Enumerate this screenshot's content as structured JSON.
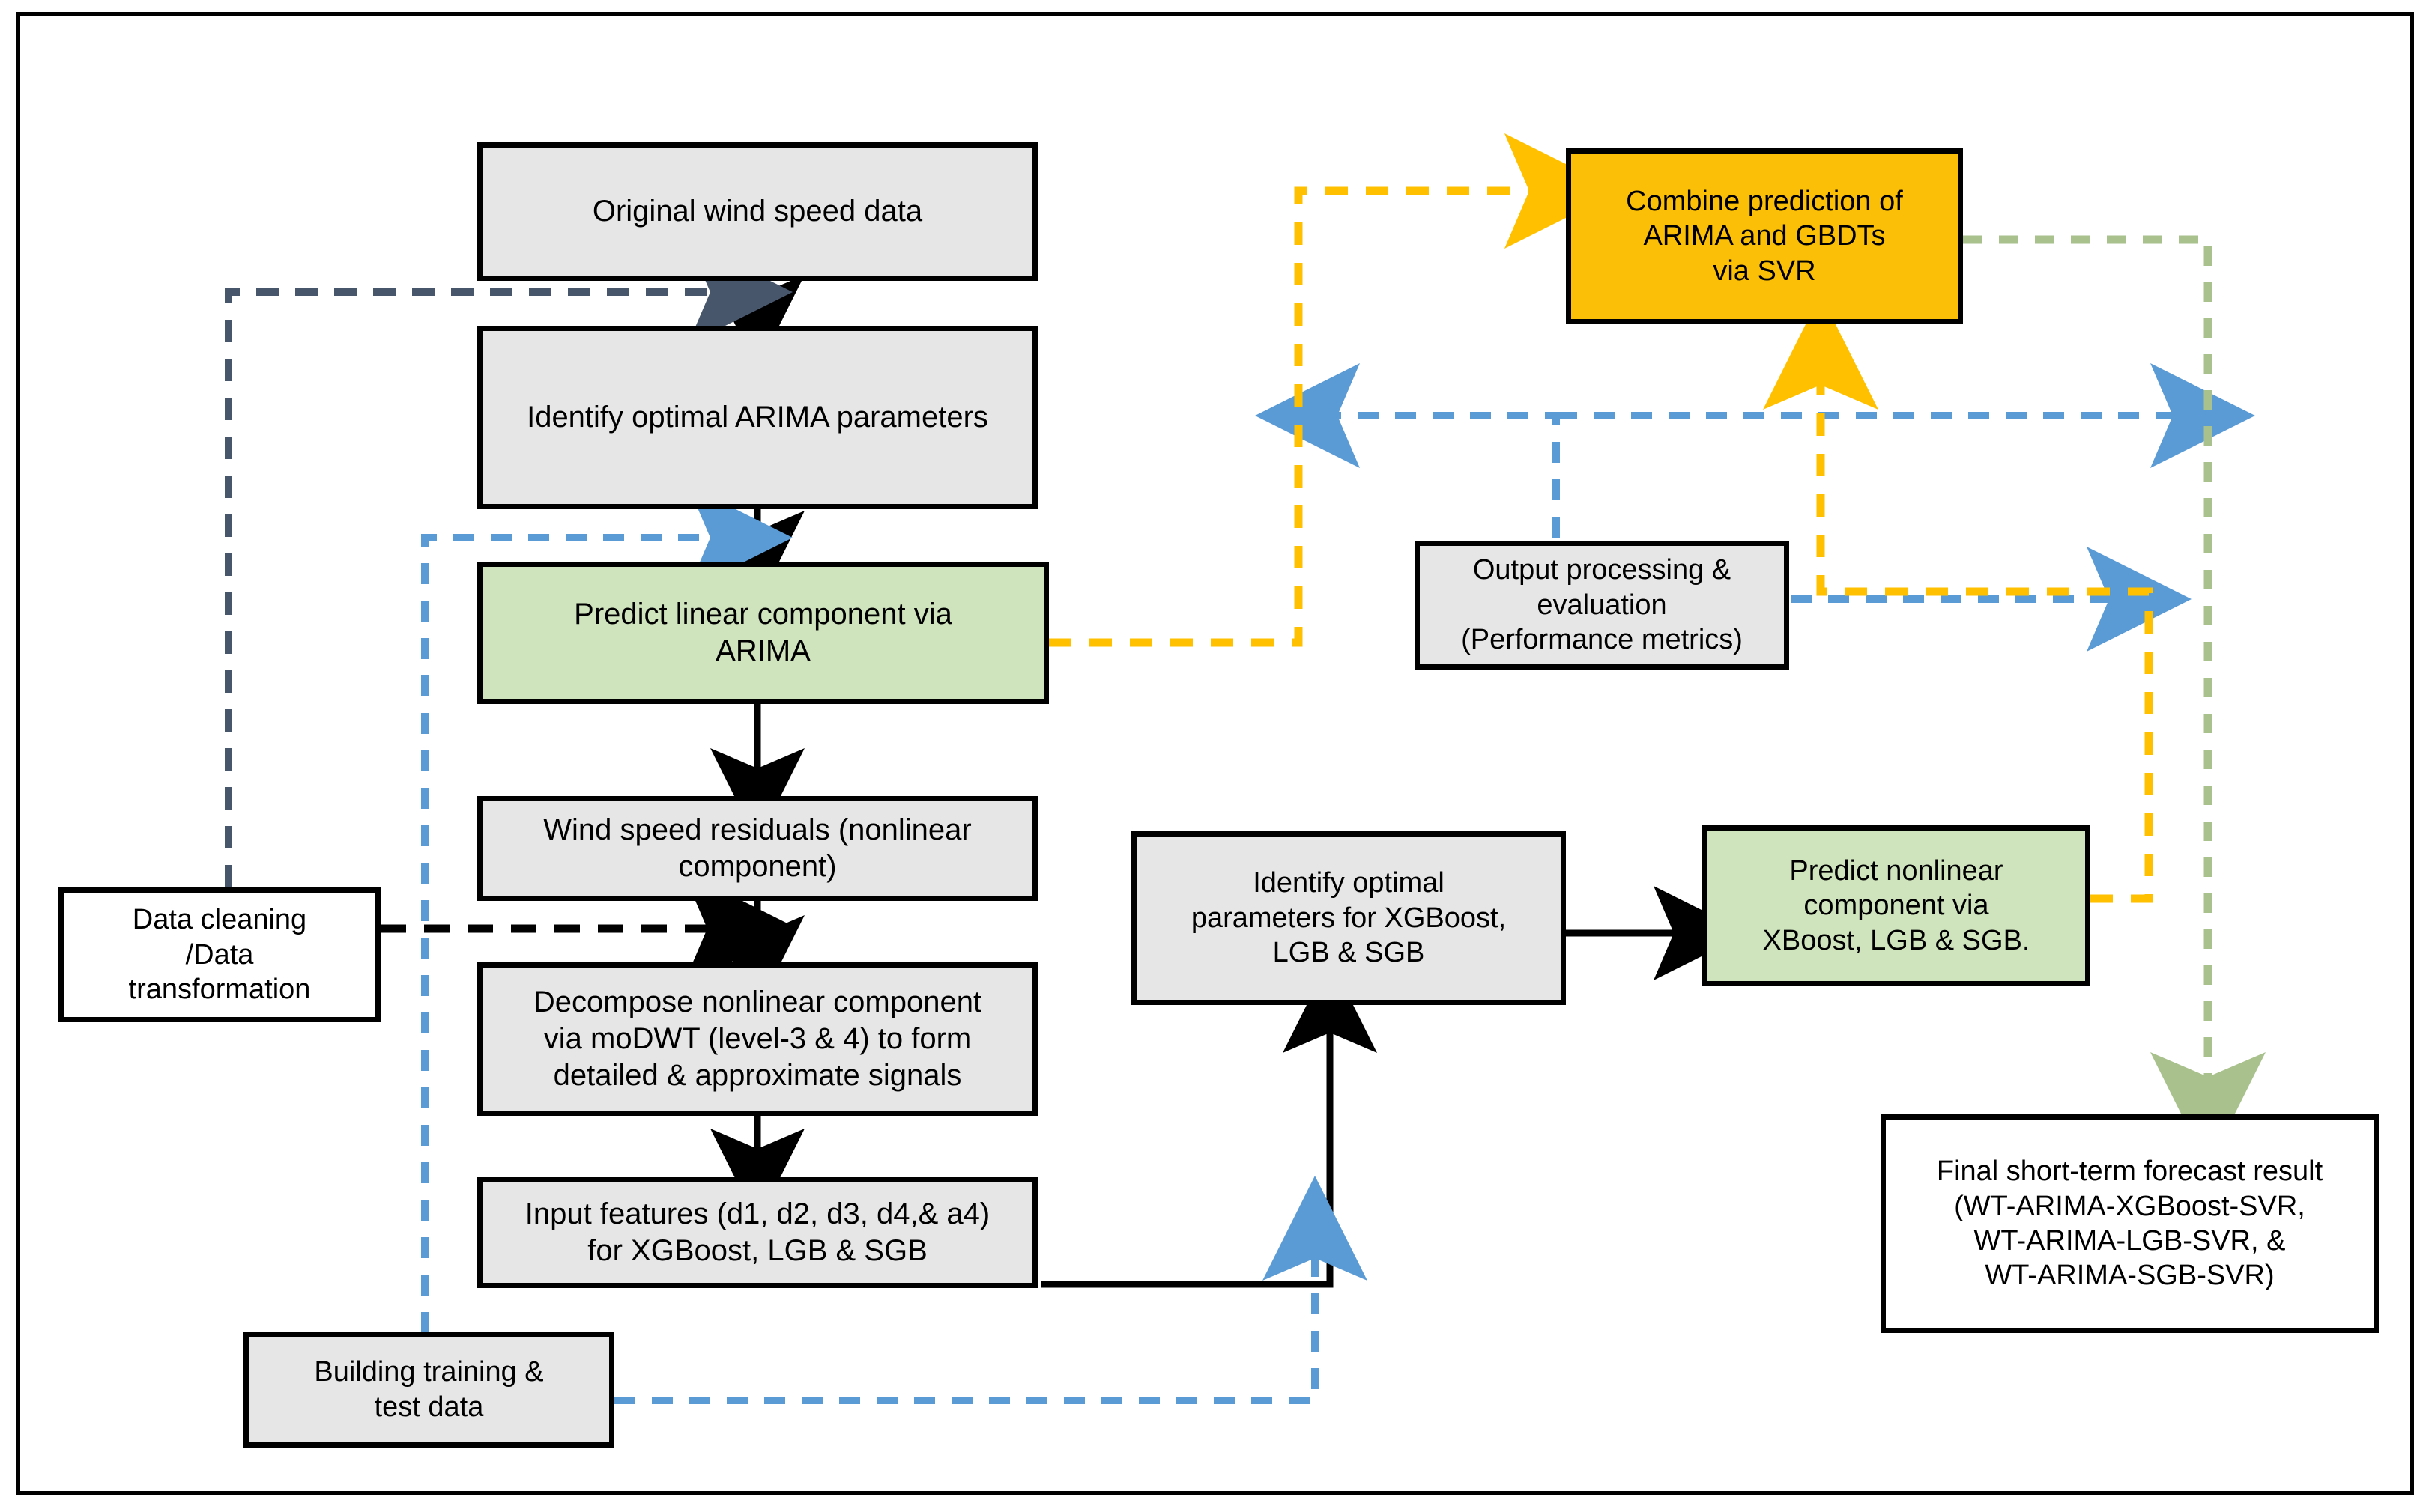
{
  "diagram": {
    "title": "Hybrid wind speed forecasting framework flowchart",
    "type": "flowchart",
    "palette": {
      "gray_fill": "#e6e6e6",
      "green_fill": "#cfe3bd",
      "orange_fill": "#fcbf07",
      "white_fill": "#ffffff",
      "border": "#000000",
      "black_arrow": "#000000",
      "navy_dashed": "#3d4a5c",
      "blue_dashed": "#5b9bd5",
      "yellow_dashed": "#ffc000",
      "green_dashed": "#a9c18c"
    },
    "nodes": [
      {
        "id": "original",
        "label": "Original wind speed data",
        "fill": "gray"
      },
      {
        "id": "arima_params",
        "label": "Identify optimal ARIMA parameters",
        "fill": "gray"
      },
      {
        "id": "predict_linear",
        "label": "Predict linear component via ARIMA",
        "fill": "green"
      },
      {
        "id": "residuals",
        "label": "Wind speed  residuals (nonlinear component)",
        "fill": "gray"
      },
      {
        "id": "decompose",
        "label": "Decompose nonlinear component via moDWT (level-3 & 4) to form detailed & approximate signals",
        "fill": "gray"
      },
      {
        "id": "input_features",
        "label": "Input features (d1, d2, d3, d4,& a4) for XGBoost, LGB & SGB",
        "fill": "gray"
      },
      {
        "id": "data_cleaning",
        "label": "Data cleaning /Data transformation",
        "fill": "white"
      },
      {
        "id": "building_data",
        "label": "Building training & test data",
        "fill": "gray"
      },
      {
        "id": "gbdt_params",
        "label": "Identify optimal parameters for XGBoost, LGB & SGB",
        "fill": "gray"
      },
      {
        "id": "predict_nonlinear",
        "label": "Predict nonlinear component via XBoost, LGB & SGB.",
        "fill": "green"
      },
      {
        "id": "combine_svr",
        "label": "Combine prediction of ARIMA and GBDTs via SVR",
        "fill": "orange"
      },
      {
        "id": "output_processing",
        "label": "Output processing & evaluation (Performance metrics)",
        "fill": "gray"
      },
      {
        "id": "final_result",
        "label": "Final short-term forecast result (WT-ARIMA-XGBoost-SVR, WT-ARIMA-LGB-SVR, & WT-ARIMA-SGB-SVR)",
        "fill": "white"
      }
    ],
    "node_lines": {
      "original": [
        "Original wind speed data"
      ],
      "arima_params": [
        "Identify optimal ARIMA parameters"
      ],
      "predict_linear": [
        "Predict linear component via",
        "ARIMA"
      ],
      "residuals": [
        "Wind speed  residuals (nonlinear",
        "component)"
      ],
      "decompose": [
        "Decompose nonlinear component",
        "via moDWT (level-3 & 4) to form",
        "detailed & approximate signals"
      ],
      "input_features": [
        "Input features (d1, d2, d3, d4,& a4)",
        "for XGBoost, LGB & SGB"
      ],
      "data_cleaning": [
        "Data cleaning",
        "/Data",
        "transformation"
      ],
      "building_data": [
        "Building training &",
        "test data"
      ],
      "gbdt_params": [
        "Identify optimal",
        "parameters for XGBoost,",
        "LGB & SGB"
      ],
      "predict_nonlinear": [
        "Predict nonlinear",
        "component via",
        "XBoost, LGB & SGB."
      ],
      "combine_svr": [
        "Combine prediction of",
        "ARIMA and GBDTs",
        "via SVR"
      ],
      "output_processing": [
        "Output processing &",
        "evaluation",
        "(Performance metrics)"
      ],
      "final_result": [
        "Final short-term forecast result",
        "(WT-ARIMA-XGBoost-SVR,",
        "WT-ARIMA-LGB-SVR, &",
        "WT-ARIMA-SGB-SVR)"
      ]
    },
    "edges": [
      {
        "from": "original",
        "to": "arima_params",
        "style": "solid-black"
      },
      {
        "from": "arima_params",
        "to": "predict_linear",
        "style": "solid-black"
      },
      {
        "from": "predict_linear",
        "to": "residuals",
        "style": "solid-black"
      },
      {
        "from": "residuals",
        "to": "decompose",
        "style": "solid-black"
      },
      {
        "from": "decompose",
        "to": "input_features",
        "style": "solid-black"
      },
      {
        "from": "input_features",
        "to": "gbdt_params",
        "style": "solid-black"
      },
      {
        "from": "gbdt_params",
        "to": "predict_nonlinear",
        "style": "solid-black"
      },
      {
        "from": "data_cleaning",
        "to": "original",
        "style": "dashed-navy"
      },
      {
        "from": "data_cleaning",
        "to": "decompose",
        "style": "dashed-black"
      },
      {
        "from": "building_data",
        "to": "predict_linear",
        "style": "dashed-blue"
      },
      {
        "from": "building_data",
        "to": "gbdt_params",
        "style": "dashed-blue"
      },
      {
        "from": "predict_linear",
        "to": "combine_svr",
        "style": "dashed-yellow"
      },
      {
        "from": "predict_nonlinear",
        "to": "combine_svr",
        "style": "dashed-yellow"
      },
      {
        "from": "output_processing",
        "to": "combine_svr",
        "style": "dashed-blue"
      },
      {
        "from": "combine_svr",
        "to": "final_result",
        "style": "dashed-green"
      }
    ]
  }
}
